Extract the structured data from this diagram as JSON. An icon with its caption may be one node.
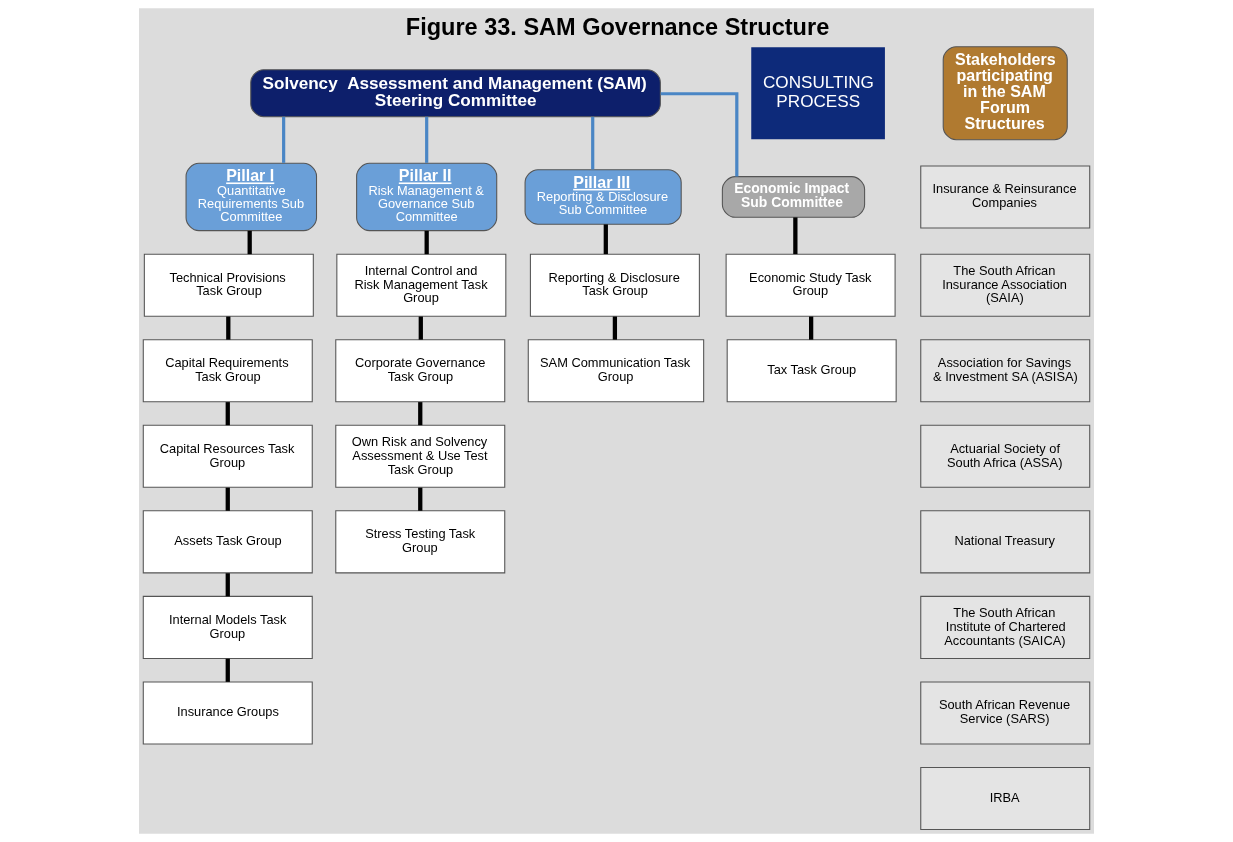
{
  "diagram": {
    "title": "Figure 33. SAM Governance Structure",
    "nodes": [
      {
        "text": [
          "Solvency  Assessment and Management (SAM) Steering Committee"
        ]
      },
      {
        "text": [
          "Pillar I",
          "Quantitative Requirements Sub Committee"
        ]
      },
      {
        "text": [
          "Pillar II",
          "Risk Management & Governance Sub Committee"
        ]
      },
      {
        "text": [
          "Pillar III",
          "Reporting & Disclosure Sub Committee"
        ]
      },
      {
        "text": [
          "Economic Impact Sub Committee"
        ]
      },
      {
        "text": [
          "Technical Provisions Task Group"
        ]
      },
      {
        "text": [
          "Capital Requirements Task Group"
        ]
      },
      {
        "text": [
          "Capital Resources Task Group"
        ]
      },
      {
        "text": [
          "Assets Task Group"
        ]
      },
      {
        "text": [
          "Internal Models Task Group"
        ]
      },
      {
        "text": [
          "Insurance Groups"
        ]
      },
      {
        "text": [
          "Internal Control and Risk Management Task Group"
        ]
      },
      {
        "text": [
          "Corporate Governance Task Group"
        ]
      },
      {
        "text": [
          "Own Risk and Solvency Assessment & Use Test Task Group"
        ]
      },
      {
        "text": [
          "Stress Testing Task Group"
        ]
      },
      {
        "text": [
          "Reporting & Disclosure Task Group"
        ]
      },
      {
        "text": [
          "SAM Communication Task Group"
        ]
      },
      {
        "text": [
          "Economic Study Task Group"
        ]
      },
      {
        "text": [
          "Tax Task Group"
        ]
      },
      {
        "text": [
          "CONSULTING PROCESS"
        ]
      },
      {
        "text": [
          "Stakeholders participating in the SAM Forum Structures"
        ]
      },
      {
        "text": [
          "Insurance & Reinsurance Companies"
        ]
      },
      {
        "text": [
          "The South African Insurance Association (SAIA)"
        ]
      },
      {
        "text": [
          "Association for Savings & Investment SA (ASISA)"
        ]
      },
      {
        "text": [
          "Actuarial Society of South Africa (ASSA)"
        ]
      },
      {
        "text": [
          "National Treasury"
        ]
      },
      {
        "text": [
          "The South African Institute of Chartered Accountants (SAICA)"
        ]
      },
      {
        "text": [
          "South African Revenue Service (SARS)"
        ]
      },
      {
        "text": [
          "IRBA"
        ]
      }
    ],
    "edges": [
      {
        "from": 0,
        "to": 1,
        "arrow": "none",
        "color": "#4a86c5"
      },
      {
        "from": 0,
        "to": 2,
        "arrow": "none",
        "color": "#4a86c5"
      },
      {
        "from": 0,
        "to": 3,
        "arrow": "none",
        "color": "#4a86c5"
      },
      {
        "from": 0,
        "to": 4,
        "arrow": "none",
        "color": "#4a86c5"
      },
      {
        "from": 1,
        "to": 5,
        "arrow": "none"
      },
      {
        "from": 5,
        "to": 6,
        "arrow": "none"
      },
      {
        "from": 6,
        "to": 7,
        "arrow": "none"
      },
      {
        "from": 7,
        "to": 8,
        "arrow": "none"
      },
      {
        "from": 8,
        "to": 9,
        "arrow": "none"
      },
      {
        "from": 9,
        "to": 10,
        "arrow": "none"
      },
      {
        "from": 2,
        "to": 11,
        "arrow": "none"
      },
      {
        "from": 11,
        "to": 12,
        "arrow": "none"
      },
      {
        "from": 12,
        "to": 13,
        "arrow": "none"
      },
      {
        "from": 13,
        "to": 14,
        "arrow": "none"
      },
      {
        "from": 3,
        "to": 15,
        "arrow": "none"
      },
      {
        "from": 15,
        "to": 16,
        "arrow": "none"
      },
      {
        "from": 4,
        "to": 17,
        "arrow": "none"
      },
      {
        "from": 17,
        "to": 18,
        "arrow": "none"
      }
    ]
  }
}
